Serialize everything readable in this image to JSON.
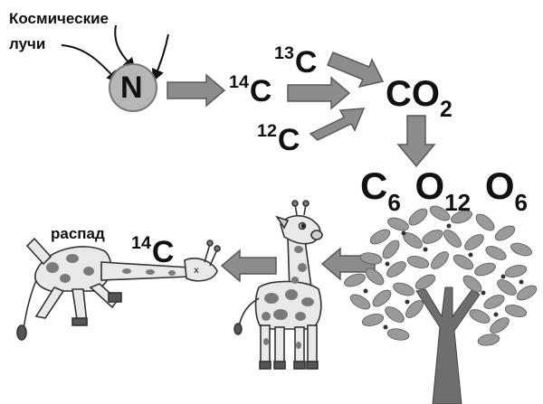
{
  "labels": {
    "cosmic_rays_line1": "Космические",
    "cosmic_rays_line2": "лучи",
    "nitrogen": "N",
    "decay": "распад"
  },
  "isotopes": {
    "c14": {
      "mass": "14",
      "symbol": "C"
    },
    "c13": {
      "mass": "13",
      "symbol": "C"
    },
    "c12": {
      "mass": "12",
      "symbol": "C"
    },
    "c14_decay": {
      "mass": "14",
      "symbol": "C"
    }
  },
  "co2": {
    "element": "CO",
    "sub": "2"
  },
  "glucose": {
    "c": "C",
    "c_sub": "6",
    "o1": "O",
    "o1_sub": "12",
    "o2": "O",
    "o2_sub": "6"
  },
  "colors": {
    "arrow_fill": "#8c8c8c",
    "arrow_stroke": "#5a5a5a",
    "nitrogen_circle": "#b7b7b7",
    "giraffe_body": "#e9e9e9",
    "giraffe_spots": "#7a7a7a",
    "tree_trunk": "#6e6e6e",
    "tree_leaves": "#9a9a9a"
  },
  "icons": [
    "cosmic-ray-arrow",
    "nitrogen-atom",
    "flow-arrow",
    "tree-icon",
    "giraffe-icon",
    "dead-giraffe-icon"
  ]
}
